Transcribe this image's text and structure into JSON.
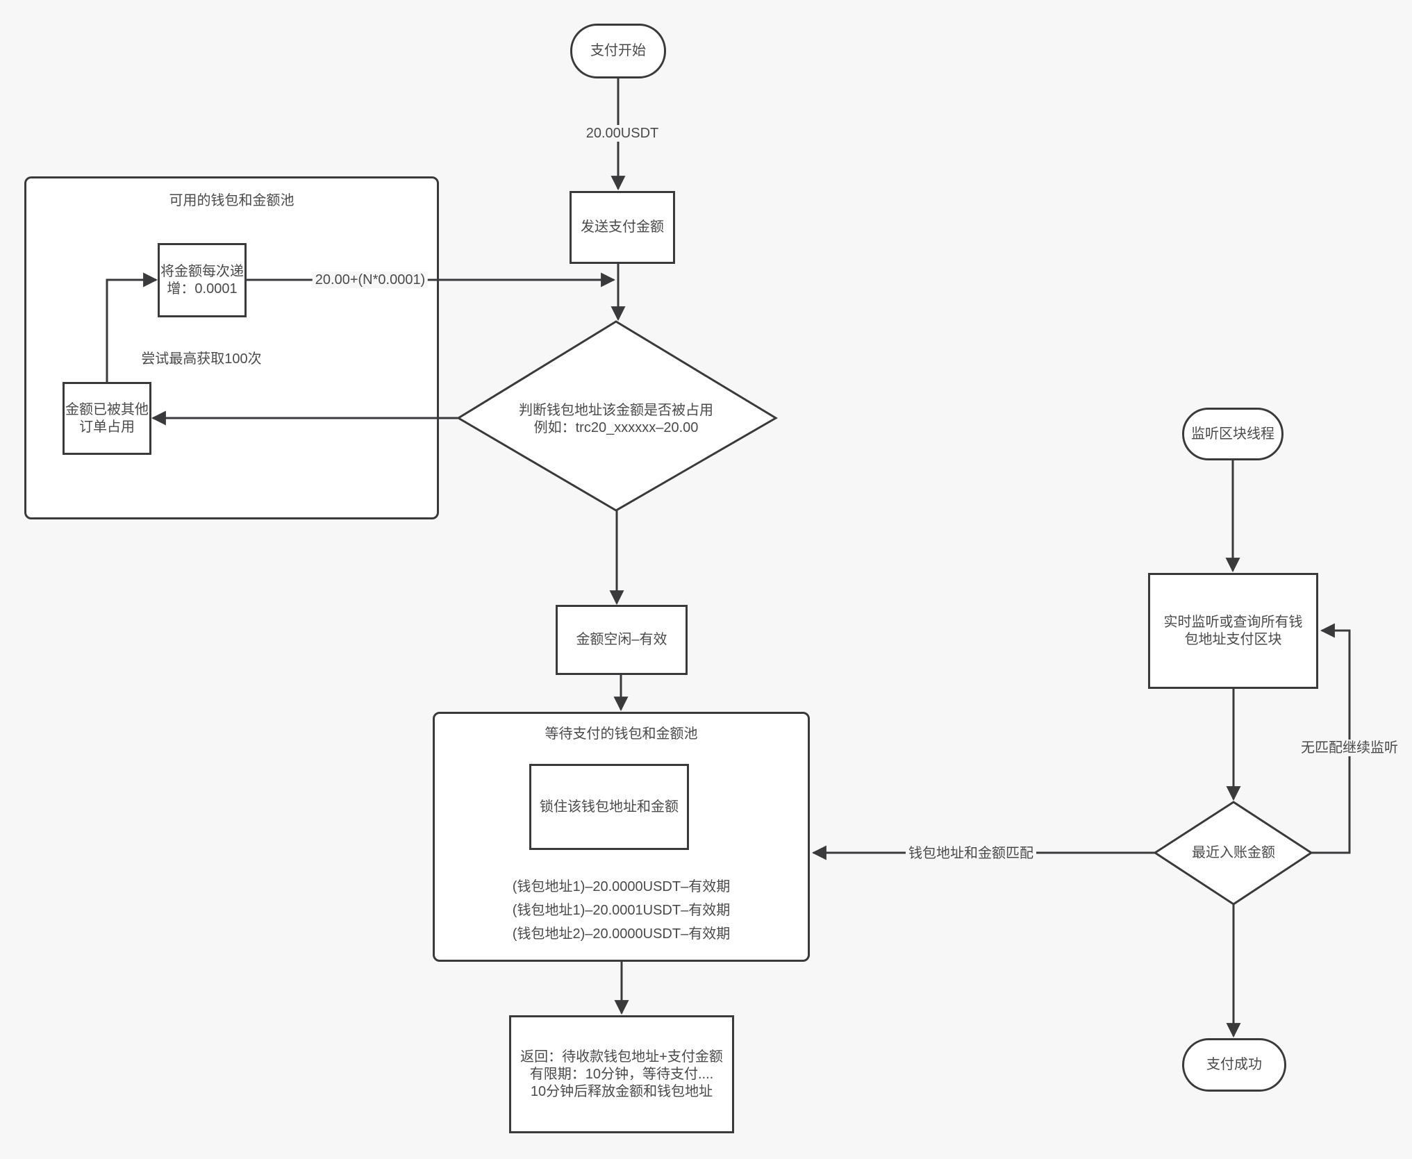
{
  "colors": {
    "background": "#f7f7f7",
    "stroke": "#3a3a3c",
    "text": "#4a4a4c",
    "node_fill": "#ffffff"
  },
  "nodes": {
    "start": {
      "label": "支付开始"
    },
    "send_amount": {
      "label": "发送支付金额"
    },
    "available_pool": {
      "title": "可用的钱包和金额池"
    },
    "increment": {
      "label": "将金额每次递增：0.0001"
    },
    "occupied": {
      "label": "金额已被其他订单占用"
    },
    "check_occupied": {
      "lines": [
        "判断钱包地址该金额是否被占用",
        "例如：trc20_xxxxxx–20.00"
      ]
    },
    "idle_valid": {
      "label": "金额空闲–有效"
    },
    "waiting_pool": {
      "title": "等待支付的钱包和金额池",
      "entries": [
        "(钱包地址1)–20.0000USDT–有效期",
        "(钱包地址1)–20.0001USDT–有效期",
        "(钱包地址2)–20.0000USDT–有效期"
      ]
    },
    "lock": {
      "label": "锁住该钱包地址和金额"
    },
    "return_info": {
      "lines": [
        "返回：待收款钱包地址+支付金额",
        "有限期：10分钟，等待支付....",
        "10分钟后释放金额和钱包地址"
      ]
    },
    "listen_thread": {
      "label": "监听区块线程"
    },
    "monitor": {
      "label": "实时监听或查询所有钱包地址支付区块"
    },
    "recent_amount": {
      "label": "最近入账金额"
    },
    "success": {
      "label": "支付成功"
    }
  },
  "edge_labels": {
    "payment_amount": "20.00USDT",
    "increment_formula": "20.00+(N*0.0001)",
    "retry_limit": "尝试最高获取100次",
    "match": "钱包地址和金额匹配",
    "no_match": "无匹配继续监听"
  }
}
